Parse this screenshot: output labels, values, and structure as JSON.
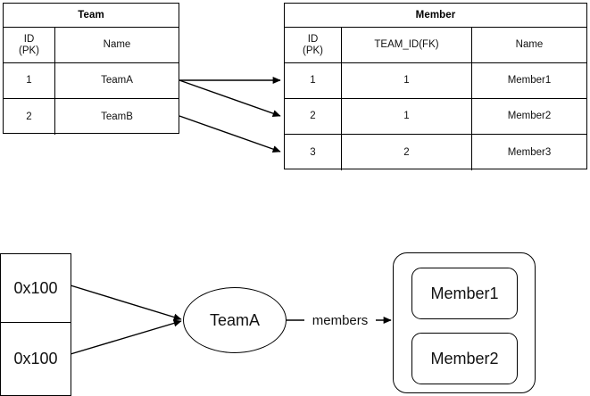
{
  "diagram": {
    "title": "ORM team-member relationship diagram",
    "stroke_color": "#000000",
    "background_color": "#ffffff"
  },
  "er_section": {
    "team_table": {
      "name": "team-table",
      "title": "Team",
      "columns": [
        "ID\n(PK)",
        "Name"
      ],
      "rows": [
        [
          "1",
          "TeamA"
        ],
        [
          "2",
          "TeamB"
        ]
      ]
    },
    "member_table": {
      "name": "member-table",
      "title": "Member",
      "columns": [
        "ID\n(PK)",
        "TEAM_ID(FK)",
        "Name"
      ],
      "rows": [
        [
          "1",
          "1",
          "Member1"
        ],
        [
          "2",
          "1",
          "Member2"
        ],
        [
          "3",
          "2",
          "Member3"
        ]
      ]
    },
    "relations": [
      {
        "from": "Team row 1 (TeamA)",
        "to": "Member row 1 (Member1)"
      },
      {
        "from": "Team row 1 (TeamA)",
        "to": "Member row 2 (Member2)"
      },
      {
        "from": "Team row 2 (TeamB)",
        "to": "Member row 3 (Member3)"
      }
    ]
  },
  "object_section": {
    "reference_box": {
      "name": "reference-box",
      "cells": [
        "0x100",
        "0x100"
      ]
    },
    "team_node": {
      "name": "team-object-node",
      "label": "TeamA"
    },
    "members_edge": {
      "name": "members-edge",
      "label": "members"
    },
    "members_collection": {
      "name": "members-collection",
      "items": [
        "Member1",
        "Member2"
      ]
    }
  }
}
